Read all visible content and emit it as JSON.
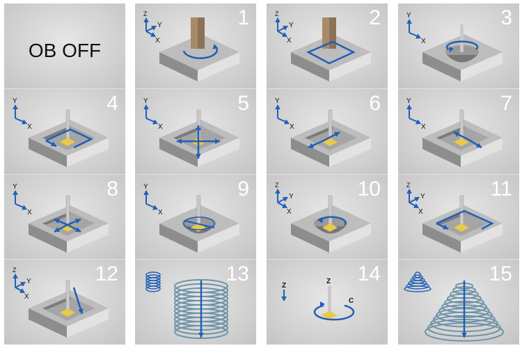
{
  "off_label": "OB OFF",
  "cells": [
    {
      "num": "",
      "illustration": "off",
      "axes": ""
    },
    {
      "num": "1",
      "illustration": "boss-circle",
      "axes": "xyz"
    },
    {
      "num": "2",
      "illustration": "boss-square",
      "axes": "xyz"
    },
    {
      "num": "3",
      "illustration": "bore-circle",
      "axes": "xy"
    },
    {
      "num": "4",
      "illustration": "pocket-rect",
      "axes": "xy"
    },
    {
      "num": "5",
      "illustration": "pocket-center-4dir",
      "axes": "xy"
    },
    {
      "num": "6",
      "illustration": "pocket-x-width",
      "axes": "xy"
    },
    {
      "num": "7",
      "illustration": "pocket-y-width",
      "axes": "xy"
    },
    {
      "num": "8",
      "illustration": "pocket-corner-4dir",
      "axes": "xy"
    },
    {
      "num": "9",
      "illustration": "bore-cross",
      "axes": "xy"
    },
    {
      "num": "10",
      "illustration": "bore-3d-circle",
      "axes": "xyz"
    },
    {
      "num": "11",
      "illustration": "pocket-3d-rect",
      "axes": "xyz"
    },
    {
      "num": "12",
      "illustration": "pocket-3d-diagonal",
      "axes": "xyz"
    },
    {
      "num": "13",
      "illustration": "spiral-cylinder",
      "axes": ""
    },
    {
      "num": "14",
      "illustration": "rotary-c",
      "axes": "z",
      "z_label": "Z",
      "c_label": "C"
    },
    {
      "num": "15",
      "illustration": "spiral-cone",
      "axes": ""
    }
  ],
  "axis_labels": {
    "x": "X",
    "y": "Y",
    "z": "Z"
  },
  "colors": {
    "arrow": "#1f5fb8",
    "spiral": "#6f93a8",
    "probe_tip": "#e8c94a",
    "block_top": "#bdbdbd"
  }
}
